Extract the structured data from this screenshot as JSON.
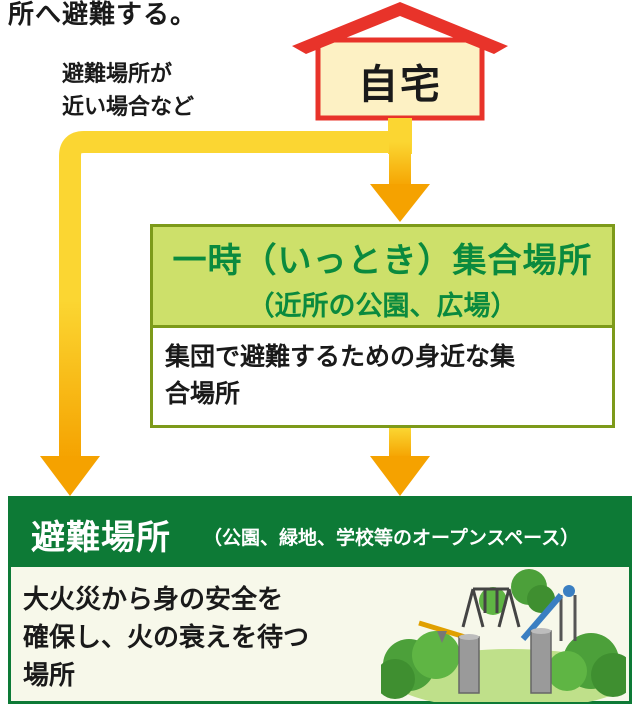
{
  "intro_fragment": "所へ避難する。",
  "note": [
    "避難場所が",
    "近い場合など"
  ],
  "house": {
    "label": "自宅"
  },
  "temporary_site": {
    "title": "一時（いっとき）集合場所",
    "subtitle": "（近所の公園、広場）",
    "description": [
      "集団で避難するための身近な集",
      "合場所"
    ]
  },
  "evacuation_site": {
    "title": "避難場所",
    "subtitle": "（公園、緑地、学校等のオープンスペース）",
    "description": [
      "大火災から身の安全を",
      "確保し、火の衰えを待つ",
      "場所"
    ]
  },
  "colors": {
    "arrow": "#f5a200",
    "arrow_light": "#fbd632",
    "house_roof": "#e8332a",
    "house_wall": "#fdf1c4",
    "temp_header": "#cde06a",
    "temp_text": "#0a8a3e",
    "evac_header": "#0d7a36"
  }
}
